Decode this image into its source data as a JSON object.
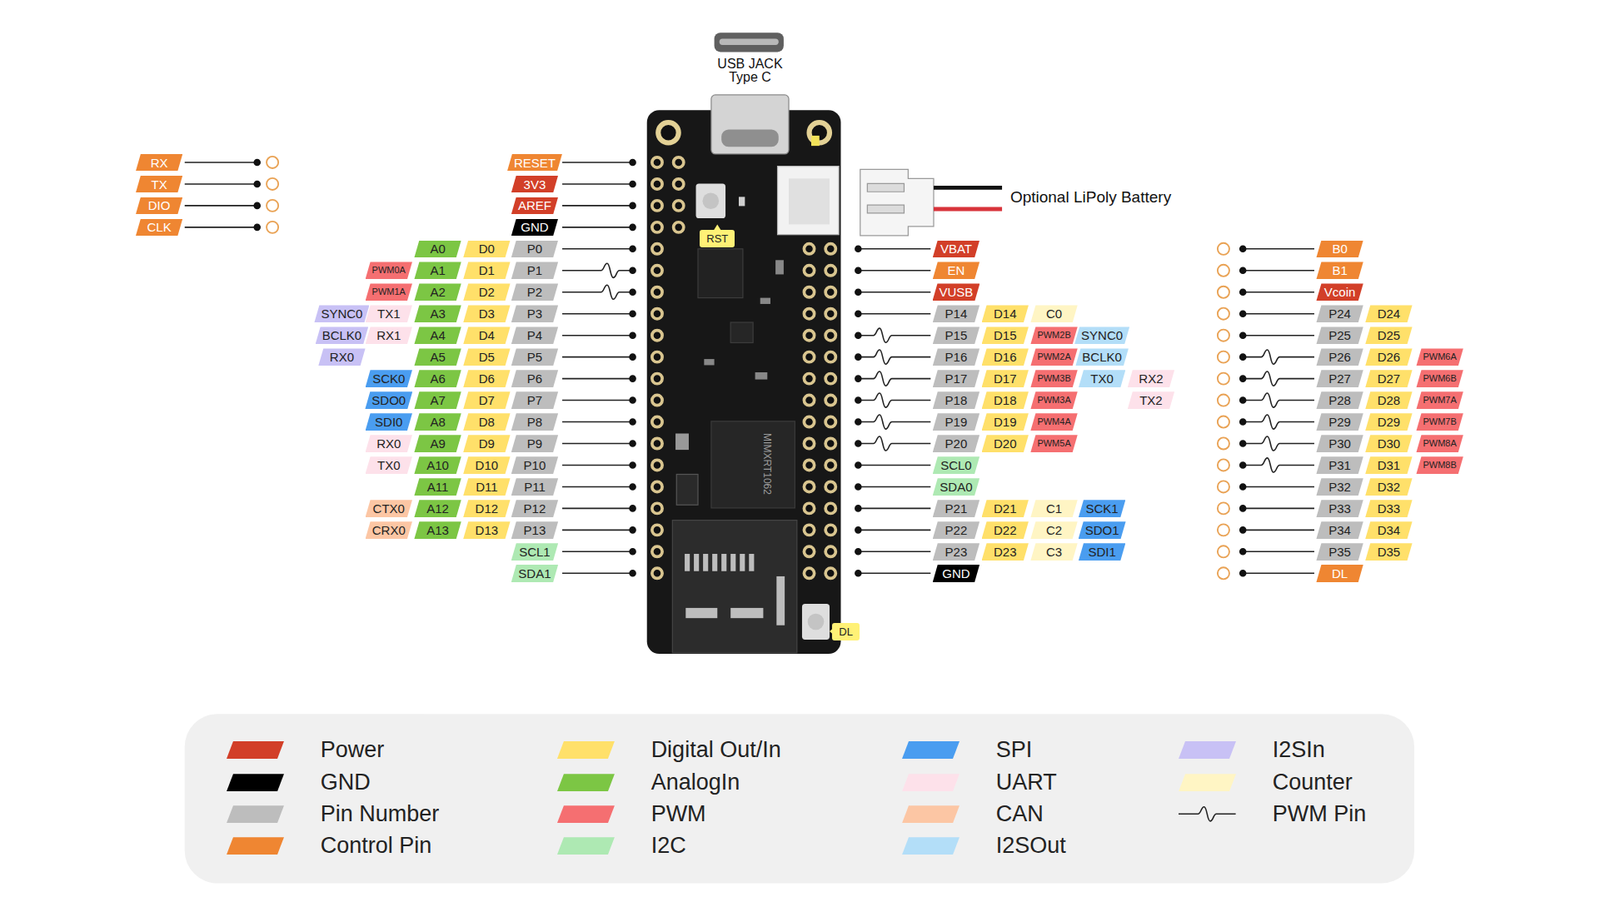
{
  "diagram": {
    "nodes": [
      {
        "text": [
          "RX"
        ]
      },
      {
        "text": [
          "TX"
        ]
      },
      {
        "text": [
          "DIO"
        ]
      },
      {
        "text": [
          "CLK"
        ]
      },
      {
        "text": [
          "RESET"
        ]
      },
      {
        "text": [
          "3V3"
        ]
      },
      {
        "text": [
          "AREF"
        ]
      },
      {
        "text": [
          "GND"
        ]
      },
      {
        "text": [
          "A0"
        ]
      },
      {
        "text": [
          "D0"
        ]
      },
      {
        "text": [
          "P0"
        ]
      },
      {
        "text": [
          "PWM0A"
        ]
      },
      {
        "text": [
          "A1"
        ]
      },
      {
        "text": [
          "D1"
        ]
      },
      {
        "text": [
          "P1"
        ]
      },
      {
        "text": [
          "PWM1A"
        ]
      },
      {
        "text": [
          "A2"
        ]
      },
      {
        "text": [
          "D2"
        ]
      },
      {
        "text": [
          "P2"
        ]
      },
      {
        "text": [
          "SYNC0"
        ]
      },
      {
        "text": [
          "TX1"
        ]
      },
      {
        "text": [
          "A3"
        ]
      },
      {
        "text": [
          "D3"
        ]
      },
      {
        "text": [
          "P3"
        ]
      },
      {
        "text": [
          "BCLK0"
        ]
      },
      {
        "text": [
          "RX1"
        ]
      },
      {
        "text": [
          "A4"
        ]
      },
      {
        "text": [
          "D4"
        ]
      },
      {
        "text": [
          "P4"
        ]
      },
      {
        "text": [
          "RX0"
        ]
      },
      {
        "text": [
          "A5"
        ]
      },
      {
        "text": [
          "D5"
        ]
      },
      {
        "text": [
          "P5"
        ]
      },
      {
        "text": [
          "SCK0"
        ]
      },
      {
        "text": [
          "A6"
        ]
      },
      {
        "text": [
          "D6"
        ]
      },
      {
        "text": [
          "P6"
        ]
      },
      {
        "text": [
          "SDO0"
        ]
      },
      {
        "text": [
          "A7"
        ]
      },
      {
        "text": [
          "D7"
        ]
      },
      {
        "text": [
          "P7"
        ]
      },
      {
        "text": [
          "SDI0"
        ]
      },
      {
        "text": [
          "A8"
        ]
      },
      {
        "text": [
          "D8"
        ]
      },
      {
        "text": [
          "P8"
        ]
      },
      {
        "text": [
          "RX0"
        ]
      },
      {
        "text": [
          "A9"
        ]
      },
      {
        "text": [
          "D9"
        ]
      },
      {
        "text": [
          "P9"
        ]
      },
      {
        "text": [
          "TX0"
        ]
      },
      {
        "text": [
          "A10"
        ]
      },
      {
        "text": [
          "D10"
        ]
      },
      {
        "text": [
          "P10"
        ]
      },
      {
        "text": [
          "A11"
        ]
      },
      {
        "text": [
          "D11"
        ]
      },
      {
        "text": [
          "P11"
        ]
      },
      {
        "text": [
          "CTX0"
        ]
      },
      {
        "text": [
          "A12"
        ]
      },
      {
        "text": [
          "D12"
        ]
      },
      {
        "text": [
          "P12"
        ]
      },
      {
        "text": [
          "CRX0"
        ]
      },
      {
        "text": [
          "A13"
        ]
      },
      {
        "text": [
          "D13"
        ]
      },
      {
        "text": [
          "P13"
        ]
      },
      {
        "text": [
          "SCL1"
        ]
      },
      {
        "text": [
          "SDA1"
        ]
      },
      {
        "text": [
          "VBAT"
        ]
      },
      {
        "text": [
          "EN"
        ]
      },
      {
        "text": [
          "VUSB"
        ]
      },
      {
        "text": [
          "P14"
        ]
      },
      {
        "text": [
          "D14"
        ]
      },
      {
        "text": [
          "C0"
        ]
      },
      {
        "text": [
          "P15"
        ]
      },
      {
        "text": [
          "D15"
        ]
      },
      {
        "text": [
          "PWM2B"
        ]
      },
      {
        "text": [
          "SYNC0"
        ]
      },
      {
        "text": [
          "P16"
        ]
      },
      {
        "text": [
          "D16"
        ]
      },
      {
        "text": [
          "PWM2A"
        ]
      },
      {
        "text": [
          "BCLK0"
        ]
      },
      {
        "text": [
          "P17"
        ]
      },
      {
        "text": [
          "D17"
        ]
      },
      {
        "text": [
          "PWM3B"
        ]
      },
      {
        "text": [
          "TX0"
        ]
      },
      {
        "text": [
          "RX2"
        ]
      },
      {
        "text": [
          "P18"
        ]
      },
      {
        "text": [
          "D18"
        ]
      },
      {
        "text": [
          "PWM3A"
        ]
      },
      {
        "text": [
          "TX2"
        ]
      },
      {
        "text": [
          "P19"
        ]
      },
      {
        "text": [
          "D19"
        ]
      },
      {
        "text": [
          "PWM4A"
        ]
      },
      {
        "text": [
          "P20"
        ]
      },
      {
        "text": [
          "D20"
        ]
      },
      {
        "text": [
          "PWM5A"
        ]
      },
      {
        "text": [
          "SCL0"
        ]
      },
      {
        "text": [
          "SDA0"
        ]
      },
      {
        "text": [
          "P21"
        ]
      },
      {
        "text": [
          "D21"
        ]
      },
      {
        "text": [
          "C1"
        ]
      },
      {
        "text": [
          "SCK1"
        ]
      },
      {
        "text": [
          "P22"
        ]
      },
      {
        "text": [
          "D22"
        ]
      },
      {
        "text": [
          "C2"
        ]
      },
      {
        "text": [
          "SDO1"
        ]
      },
      {
        "text": [
          "P23"
        ]
      },
      {
        "text": [
          "D23"
        ]
      },
      {
        "text": [
          "C3"
        ]
      },
      {
        "text": [
          "SDI1"
        ]
      },
      {
        "text": [
          "GND"
        ]
      },
      {
        "text": [
          "B0"
        ]
      },
      {
        "text": [
          "B1"
        ]
      },
      {
        "text": [
          "Vcoin"
        ]
      },
      {
        "text": [
          "P24"
        ]
      },
      {
        "text": [
          "D24"
        ]
      },
      {
        "text": [
          "P25"
        ]
      },
      {
        "text": [
          "D25"
        ]
      },
      {
        "text": [
          "P26"
        ]
      },
      {
        "text": [
          "D26"
        ]
      },
      {
        "text": [
          "PWM6A"
        ]
      },
      {
        "text": [
          "P27"
        ]
      },
      {
        "text": [
          "D27"
        ]
      },
      {
        "text": [
          "PWM6B"
        ]
      },
      {
        "text": [
          "P28"
        ]
      },
      {
        "text": [
          "D28"
        ]
      },
      {
        "text": [
          "PWM7A"
        ]
      },
      {
        "text": [
          "P29"
        ]
      },
      {
        "text": [
          "D29"
        ]
      },
      {
        "text": [
          "PWM7B"
        ]
      },
      {
        "text": [
          "P30"
        ]
      },
      {
        "text": [
          "D30"
        ]
      },
      {
        "text": [
          "PWM8A"
        ]
      },
      {
        "text": [
          "P31"
        ]
      },
      {
        "text": [
          "D31"
        ]
      },
      {
        "text": [
          "PWM8B"
        ]
      },
      {
        "text": [
          "P32"
        ]
      },
      {
        "text": [
          "D32"
        ]
      },
      {
        "text": [
          "P33"
        ]
      },
      {
        "text": [
          "D33"
        ]
      },
      {
        "text": [
          "P34"
        ]
      },
      {
        "text": [
          "D34"
        ]
      },
      {
        "text": [
          "P35"
        ]
      },
      {
        "text": [
          "D35"
        ]
      },
      {
        "text": [
          "DL"
        ]
      },
      {
        "text": [
          "RST"
        ]
      },
      {
        "text": [
          "DL"
        ]
      }
    ],
    "labels": [
      "USB JACK Type C",
      "Optional LiPoly Battery",
      "MIMXRT1062"
    ],
    "legend": [
      {
        "text": "Power",
        "color": "#d23f28"
      },
      {
        "text": "GND",
        "color": "#000000"
      },
      {
        "text": "Pin Number",
        "color": "#bdbdbd"
      },
      {
        "text": "Control Pin",
        "color": "#ef8632"
      },
      {
        "text": "Digital Out/In",
        "color": "#ffe06a"
      },
      {
        "text": "AnalogIn",
        "color": "#7cc644"
      },
      {
        "text": "PWM",
        "color": "#f56f71"
      },
      {
        "text": "I2C",
        "color": "#aee9b3"
      },
      {
        "text": "SPI",
        "color": "#4a9df0"
      },
      {
        "text": "UART",
        "color": "#fde1ea"
      },
      {
        "text": "CAN",
        "color": "#fcc6a4"
      },
      {
        "text": "I2SOut",
        "color": "#b3def8"
      },
      {
        "text": "I2SIn",
        "color": "#c8c1f5"
      },
      {
        "text": "Counter",
        "color": "#fff5c4"
      },
      {
        "text": "PWM Pin"
      }
    ]
  }
}
